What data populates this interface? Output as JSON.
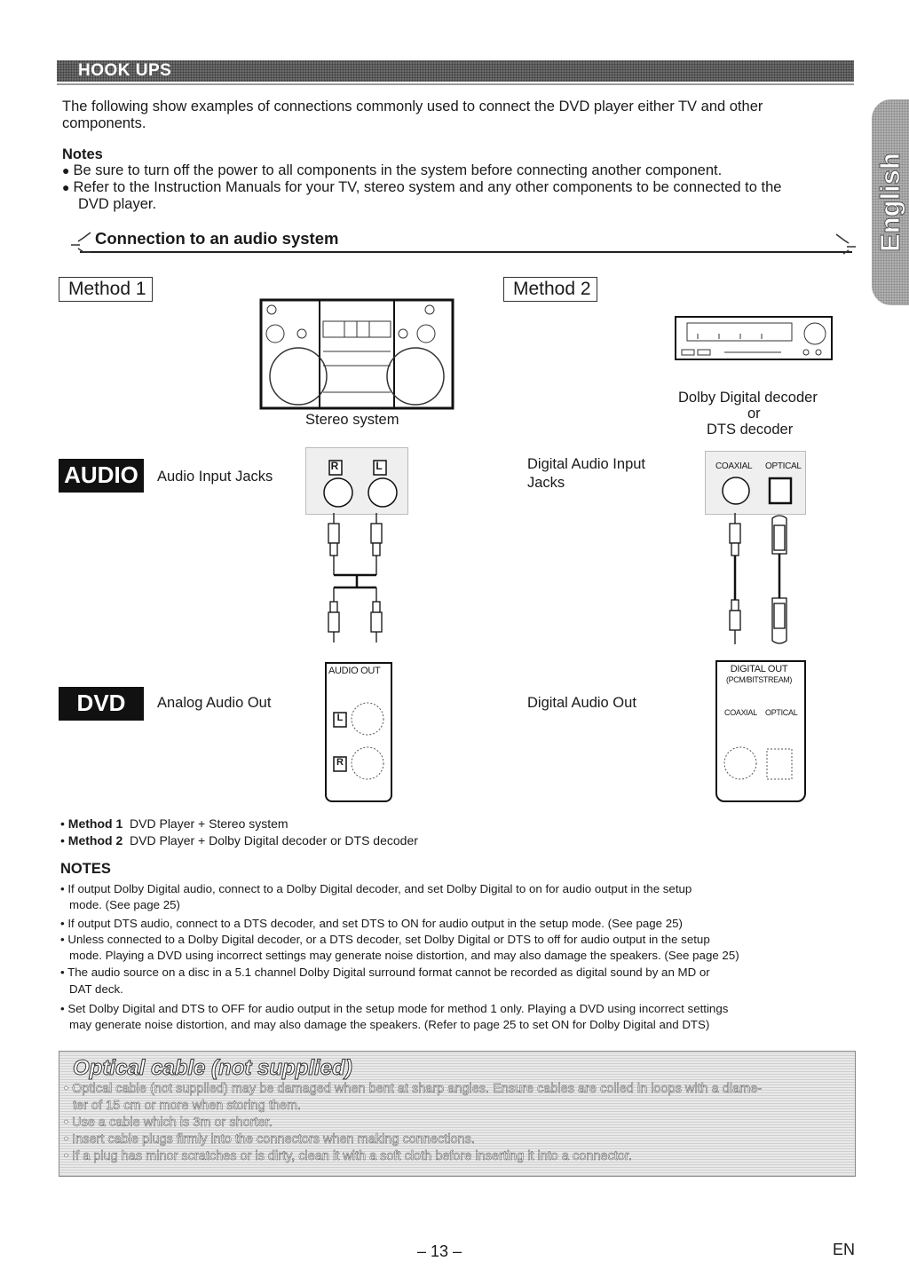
{
  "header": {
    "title": "HOOK UPS"
  },
  "intro": "The following show examples of connections commonly used to connect the DVD player either TV and other components.",
  "notes": {
    "title": "Notes",
    "items": [
      "Be sure to turn off the power to all components in the system before connecting another component.",
      "Refer to the Instruction Manuals for your TV, stereo system and any other components to be connected to the",
      "DVD player."
    ]
  },
  "language_tab": "English",
  "section": {
    "title": "Connection to an audio system"
  },
  "method1": {
    "label": "Method 1",
    "device_label": "Stereo system",
    "audio_badge": "AUDIO",
    "input_label": "Audio Input Jacks",
    "jack_r": "R",
    "jack_l": "L",
    "dvd_badge": "DVD",
    "output_label": "Analog Audio Out",
    "panel_title": "AUDIO OUT",
    "panel_l": "L",
    "panel_r": "R"
  },
  "method2": {
    "label": "Method 2",
    "device_line1": "Dolby Digital decoder",
    "device_line2": "or",
    "device_line3": "DTS decoder",
    "input_label_1": "Digital Audio Input",
    "input_label_2": "Jacks",
    "jack_coaxial": "COAXIAL",
    "jack_optical": "OPTICAL",
    "output_label": "Digital Audio Out",
    "panel_title": "DIGITAL OUT",
    "panel_subtitle": "(PCM/BITSTREAM)",
    "panel_coaxial": "COAXIAL",
    "panel_optical": "OPTICAL"
  },
  "method_summary": [
    {
      "name": "Method 1",
      "text": "DVD Player + Stereo system"
    },
    {
      "name": "Method 2",
      "text": "DVD Player + Dolby Digital decoder or DTS decoder"
    }
  ],
  "notes2": {
    "title": "NOTES",
    "lines": [
      "If output Dolby Digital audio, connect to a Dolby Digital decoder, and set Dolby Digital to on for audio output in the setup",
      "mode. (See page 25)",
      "If output DTS audio, connect to a DTS decoder, and set DTS to ON for audio output in the setup mode. (See page 25)",
      "Unless connected to a Dolby Digital decoder, or a DTS decoder, set Dolby Digital or DTS to off for audio output in the setup",
      "mode. Playing a DVD using incorrect settings may generate noise distortion, and may also damage the speakers. (See page 25)",
      "The audio source on a disc in a 5.1 channel Dolby Digital surround format cannot be recorded as digital sound by an MD or",
      "DAT deck.",
      "Set Dolby Digital and DTS to OFF for audio output in the setup mode for method 1 only. Playing a DVD using incorrect settings",
      "may generate noise distortion, and may also damage the speakers. (Refer to page 25 to set ON for Dolby Digital and DTS)"
    ]
  },
  "optical": {
    "title": "Optical cable (not supplied)",
    "lines": [
      "Optical cable (not supplied) may be damaged when bent at sharp angles. Ensure cables are coiled in loops with a diame-",
      "ter of 15 cm or more when storing them.",
      "Use a cable which is 3m or shorter.",
      "Insert cable plugs firmly into the connectors when making connections.",
      "If a plug has minor scratches or is dirty, clean it with a soft cloth before inserting it into a connector."
    ]
  },
  "footer": {
    "page": "– 13 –",
    "lang": "EN"
  }
}
